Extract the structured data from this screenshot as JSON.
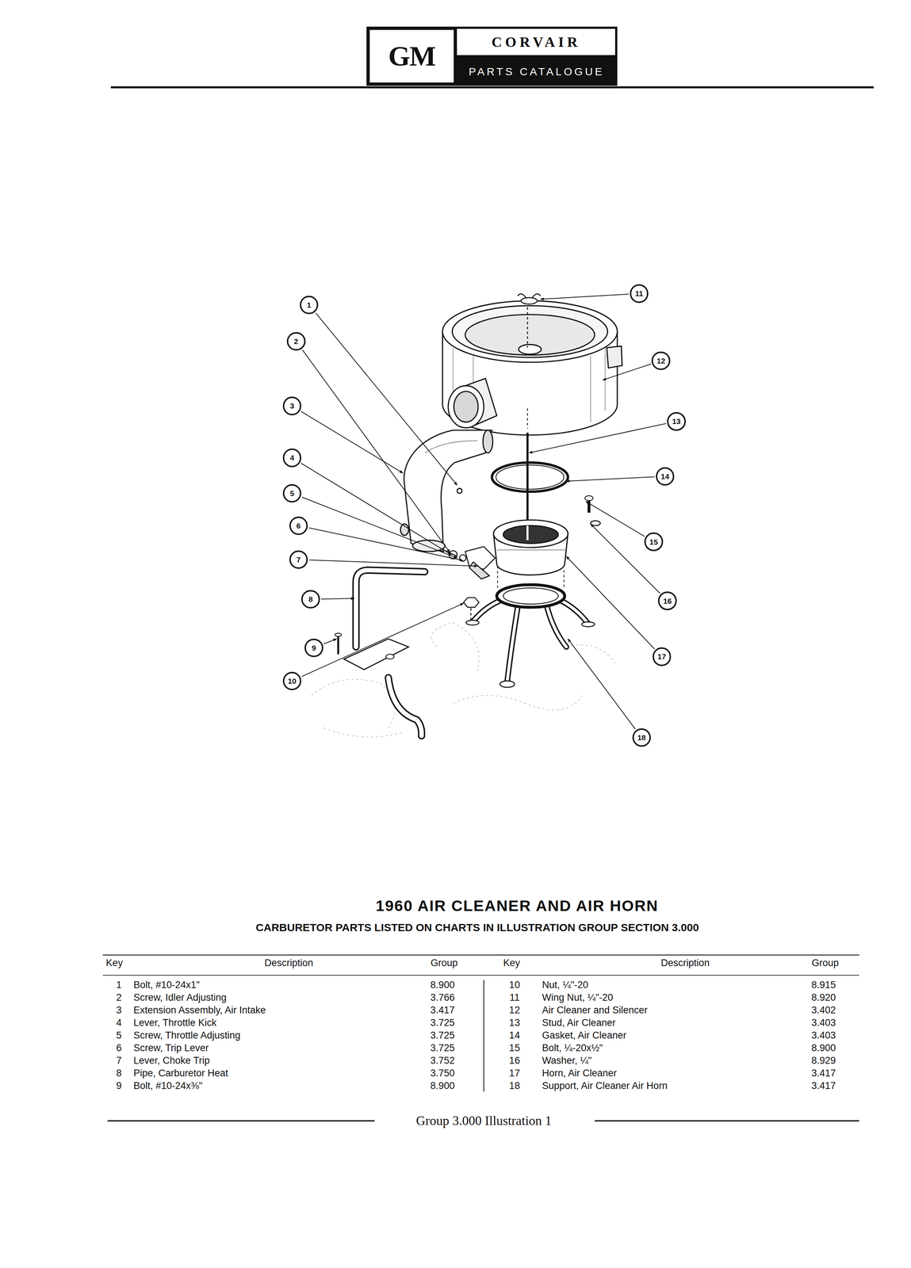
{
  "diagram": {
    "title": "1960 AIR CLEANER AND AIR HORN",
    "caption": "Group 3.000 Illustration 1",
    "nodes": [
      {
        "text": [
          "GM"
        ]
      },
      {
        "text": [
          "CORVAIR"
        ]
      },
      {
        "text": [
          "PARTS CATALOGUE"
        ]
      },
      {
        "text": [
          "1"
        ]
      },
      {
        "text": [
          "2"
        ]
      },
      {
        "text": [
          "3"
        ]
      },
      {
        "text": [
          "4"
        ]
      },
      {
        "text": [
          "5"
        ]
      },
      {
        "text": [
          "6"
        ]
      },
      {
        "text": [
          "7"
        ]
      },
      {
        "text": [
          "8"
        ]
      },
      {
        "text": [
          "9"
        ]
      },
      {
        "text": [
          "10"
        ]
      },
      {
        "text": [
          "11"
        ]
      },
      {
        "text": [
          "12"
        ]
      },
      {
        "text": [
          "13"
        ]
      },
      {
        "text": [
          "14"
        ]
      },
      {
        "text": [
          "15"
        ]
      },
      {
        "text": [
          "16"
        ]
      },
      {
        "text": [
          "17"
        ]
      },
      {
        "text": [
          "18"
        ]
      }
    ],
    "labels": [
      "CARBURETOR PARTS LISTED ON CHARTS IN ILLUSTRATION GROUP SECTION 3.000",
      "Key",
      "Description",
      "Group",
      "Key",
      "Description",
      "Group",
      "1",
      "Bolt, #10-24x1\"",
      "8.900",
      "2",
      "Screw, Idler Adjusting",
      "3.766",
      "3",
      "Extension Assembly, Air Intake",
      "3.417",
      "4",
      "Lever, Throttle Kick",
      "3.725",
      "5",
      "Screw, Throttle Adjusting",
      "3.725",
      "6",
      "Screw, Trip Lever",
      "3.725",
      "7",
      "Lever, Choke Trip",
      "3.752",
      "8",
      "Pipe, Carburetor Heat",
      "3.750",
      "9",
      "Bolt, #10-24x⅜\"",
      "8.900",
      "10",
      "Nut, ¼\"-20",
      "8.915",
      "11",
      "Wing Nut, ¼\"-20",
      "8.920",
      "12",
      "Air Cleaner and Silencer",
      "3.402",
      "13",
      "Stud, Air Cleaner",
      "3.403",
      "14",
      "Gasket, Air Cleaner",
      "3.403",
      "15",
      "Bolt, ¼-20x½\"",
      "8.900",
      "16",
      "Washer, ¼\"",
      "8.929",
      "17",
      "Horn, Air Cleaner",
      "3.417",
      "18",
      "Support, Air Cleaner Air Horn",
      "3.417"
    ]
  }
}
